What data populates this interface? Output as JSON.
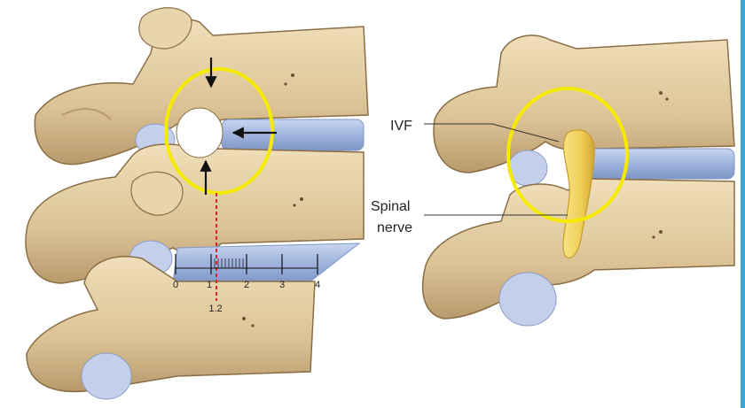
{
  "labels": {
    "ivf": "IVF",
    "spinal_nerve_line1": "Spinal",
    "spinal_nerve_line2": "nerve"
  },
  "scale": {
    "ticks": [
      "0",
      "1",
      "2",
      "3",
      "4"
    ],
    "marker": "1.2"
  },
  "colors": {
    "bone": "#e3cfa6",
    "bone_shadow": "#b89a6c",
    "bone_outline": "#8a6e45",
    "disc": "#a9bce0",
    "nerve": "#f2d46a",
    "highlight_ring": "#f5ea00",
    "arrow": "#111111",
    "dashed_line": "#e0242a",
    "border_strip": "#3aa5d6"
  }
}
